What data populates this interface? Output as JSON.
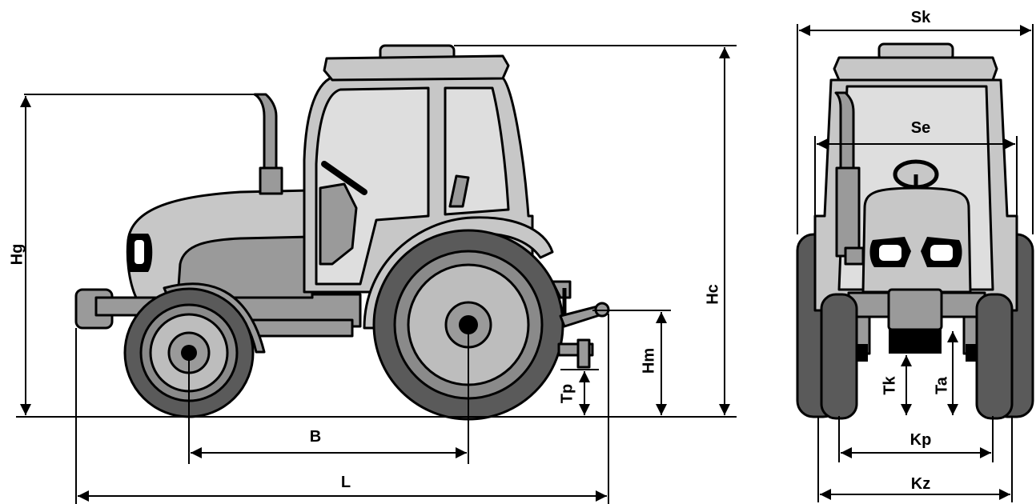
{
  "labels": {
    "Sk": "Sk",
    "Se": "Se",
    "Hg": "Hg",
    "Hc": "Hc",
    "Hm": "Hm",
    "Tp": "Tp",
    "B": "B",
    "L": "L",
    "Tk": "Tk",
    "Ta": "Ta",
    "Kp": "Kp",
    "Kz": "Kz"
  }
}
